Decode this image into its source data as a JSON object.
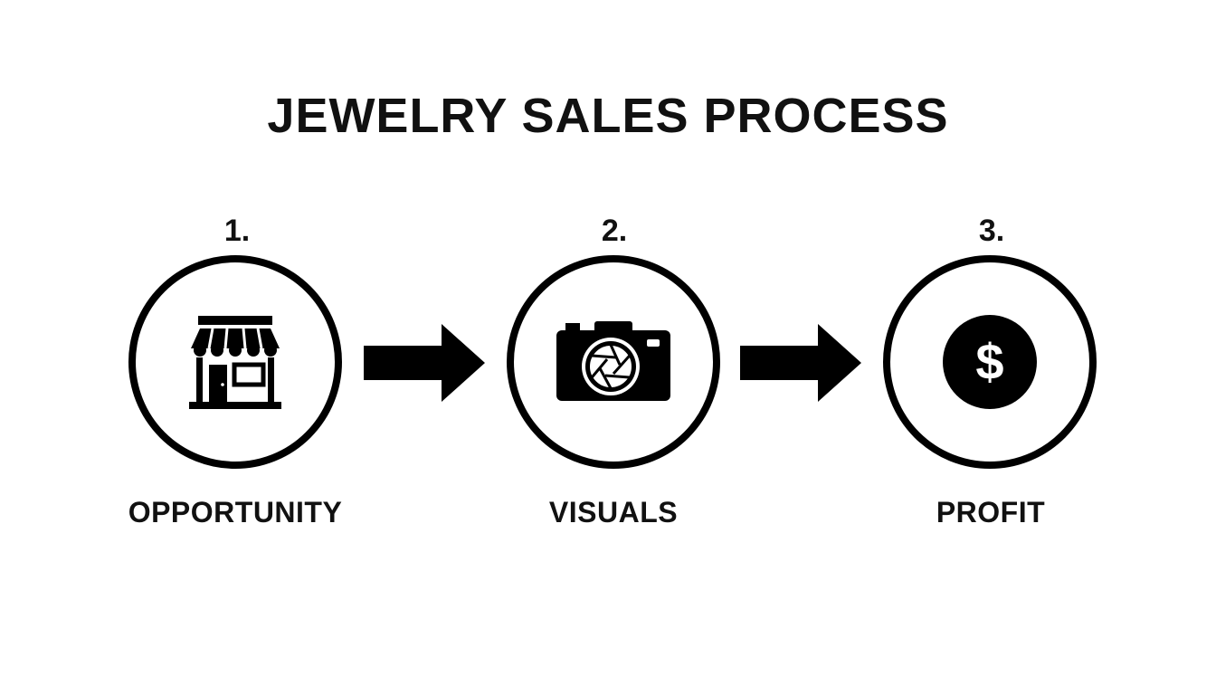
{
  "diagram": {
    "title": "JEWELRY SALES PROCESS",
    "steps": [
      {
        "number": "1.",
        "label": "OPPORTUNITY",
        "icon": "storefront-icon"
      },
      {
        "number": "2.",
        "label": "VISUALS",
        "icon": "camera-icon"
      },
      {
        "number": "3.",
        "label": "PROFIT",
        "icon": "dollar-coin-icon"
      }
    ],
    "connectors": [
      {
        "from": 1,
        "to": 2,
        "icon": "right-arrow-icon"
      },
      {
        "from": 2,
        "to": 3,
        "icon": "right-arrow-icon"
      }
    ],
    "colors": {
      "foreground": "#000000",
      "background": "#ffffff"
    }
  }
}
